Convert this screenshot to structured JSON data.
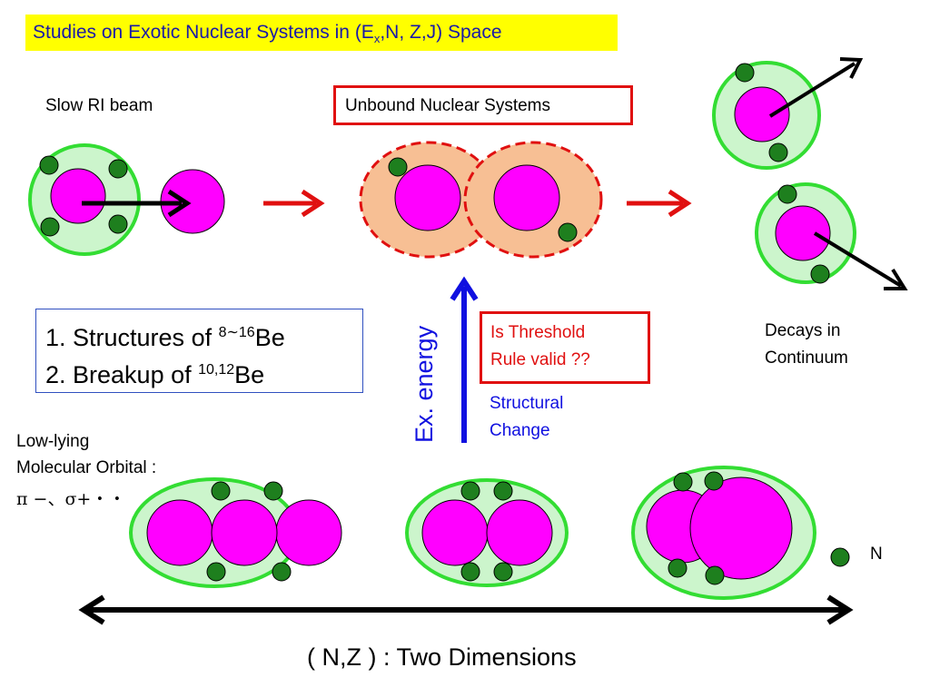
{
  "title": {
    "prefix": "Studies on Exotic Nuclear Systems in (E",
    "subscript": "x",
    "suffix": ",N, Z,J) Space"
  },
  "labels": {
    "slow_ri_beam": "Slow RI beam",
    "unbound_systems": "Unbound Nuclear Systems",
    "decays_line1": "Decays in",
    "decays_line2": "Continuum",
    "threshold_line1": "Is Threshold",
    "threshold_line2": "Rule valid ??",
    "structural_line1": "Structural",
    "structural_line2": "Change",
    "ex_energy": "Ex. energy",
    "low_lying_line1": "Low-lying",
    "low_lying_line2": "Molecular Orbital :",
    "mo_states": "π −、σ+・・",
    "neutron": "N",
    "axis_caption": "( N,Z ) : Two Dimensions"
  },
  "topics": [
    {
      "prefix": "1. Structures of ",
      "sup1": "8",
      "mid": "∼",
      "sup2": "16",
      "suffix": "Be"
    },
    {
      "prefix": "2. Breakup of ",
      "sup1": "10,12",
      "mid": "",
      "sup2": "",
      "suffix": "Be"
    }
  ],
  "colors": {
    "title_bg": "#ffff00",
    "title_text": "#1a1aa8",
    "core": "#ff00ff",
    "halo_fill": "#ccf5cc",
    "halo_stroke": "#33dd33",
    "neutron": "#1e7f1e",
    "unbound_fill": "#f7bf94",
    "arrow_red": "#e01010",
    "arrow_blue": "#1010e0",
    "arrow_black": "#000000"
  }
}
